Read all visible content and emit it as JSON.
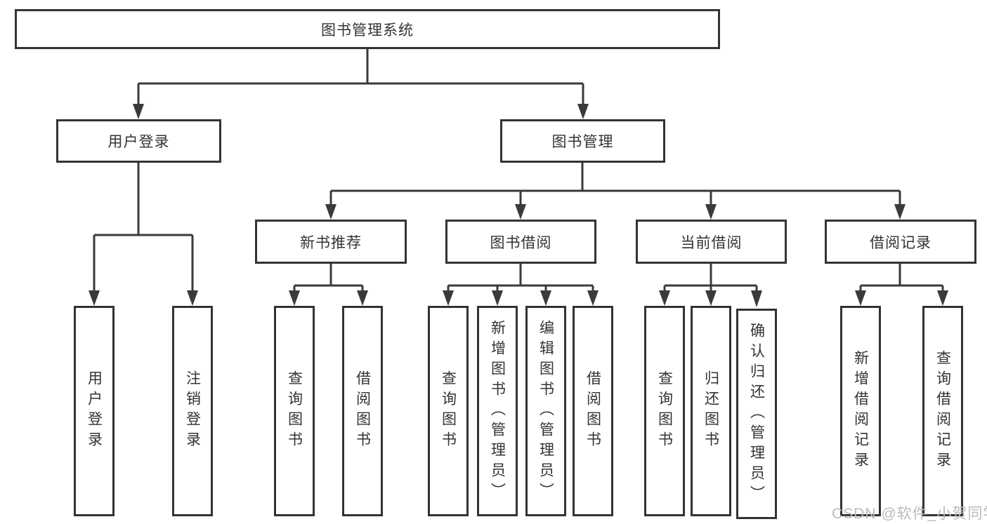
{
  "root": {
    "label": "图书管理系统"
  },
  "level2": {
    "user_login": {
      "label": "用户登录"
    },
    "book_mgmt": {
      "label": "图书管理"
    }
  },
  "level3": {
    "new_book_rec": {
      "label": "新书推荐"
    },
    "book_borrow": {
      "label": "图书借阅"
    },
    "current_borrow": {
      "label": "当前借阅"
    },
    "borrow_record": {
      "label": "借阅记录"
    }
  },
  "leaves": {
    "user_login": [
      "用户登录",
      "注销登录"
    ],
    "new_book_rec": [
      "查询图书",
      "借阅图书"
    ],
    "book_borrow": [
      "查询图书",
      "新增图书（管理员）",
      "编辑图书（管理员）",
      "借阅图书"
    ],
    "current_borrow": [
      "查询图书",
      "归还图书",
      "确认归还（管理员）"
    ],
    "borrow_record": [
      "新增借阅记录",
      "查询借阅记录"
    ]
  },
  "watermark": "CSDN @软件_小贺同学",
  "colors": {
    "line": "#3a3a3a",
    "box_border": "#333333",
    "box_fill": "#ffffff",
    "text": "#333333",
    "watermark": "#b7bbc2"
  }
}
